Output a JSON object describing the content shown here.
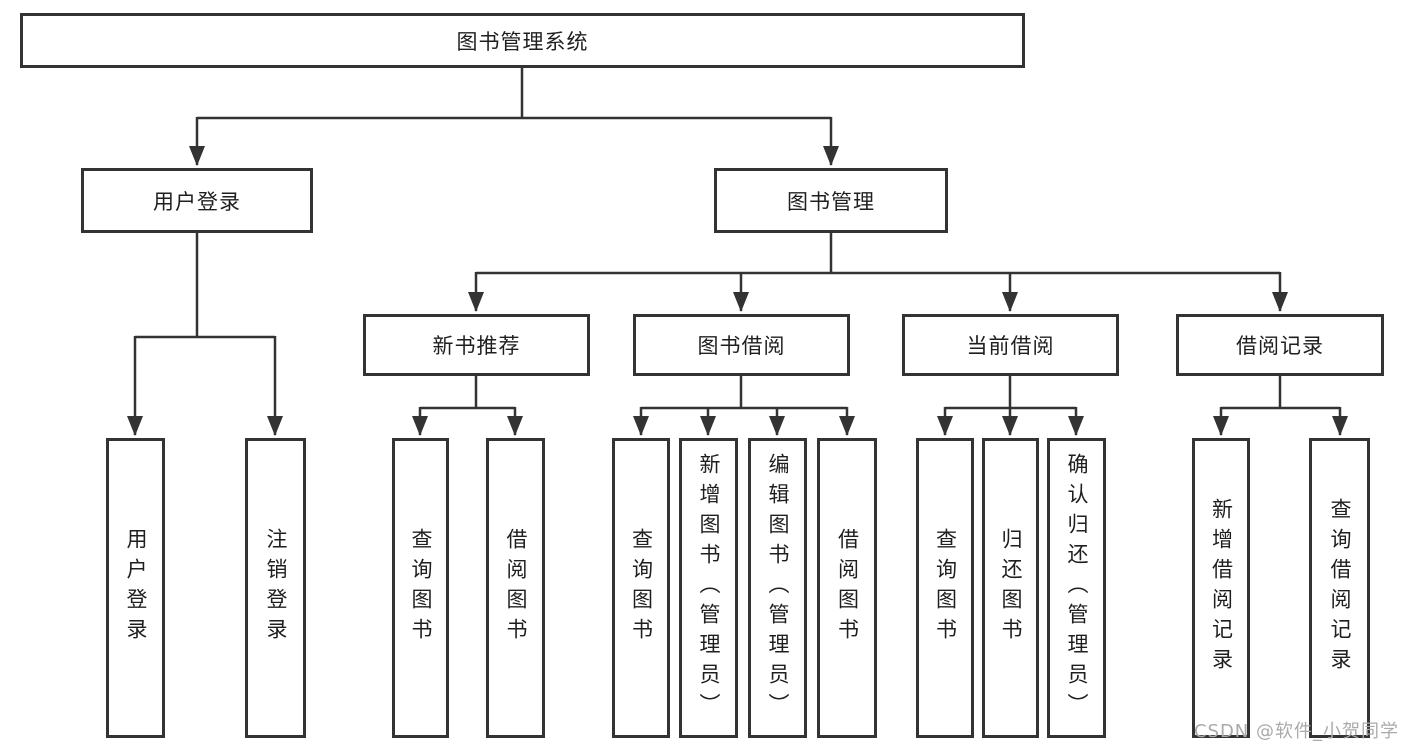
{
  "diagram": {
    "tree": {
      "label": "图书管理系统",
      "children": [
        {
          "label": "用户登录",
          "children": [
            {
              "label": "用户登录"
            },
            {
              "label": "注销登录"
            }
          ]
        },
        {
          "label": "图书管理",
          "children": [
            {
              "label": "新书推荐",
              "children": [
                {
                  "label": "查询图书"
                },
                {
                  "label": "借阅图书"
                }
              ]
            },
            {
              "label": "图书借阅",
              "children": [
                {
                  "label": "查询图书"
                },
                {
                  "label": "新增图书（管理员）"
                },
                {
                  "label": "编辑图书（管理员）"
                },
                {
                  "label": "借阅图书"
                }
              ]
            },
            {
              "label": "当前借阅",
              "children": [
                {
                  "label": "查询图书"
                },
                {
                  "label": "归还图书"
                },
                {
                  "label": "确认归还（管理员）"
                }
              ]
            },
            {
              "label": "借阅记录",
              "children": [
                {
                  "label": "新增借阅记录"
                },
                {
                  "label": "查询借阅记录"
                }
              ]
            }
          ]
        }
      ]
    },
    "colors": {
      "line": "#333333",
      "box_border": "#333333",
      "box_fill": "#ffffff",
      "text": "#1f1f1f",
      "watermark": "#aaaaaa"
    },
    "watermark": "CSDN @软件_小贺同学"
  }
}
